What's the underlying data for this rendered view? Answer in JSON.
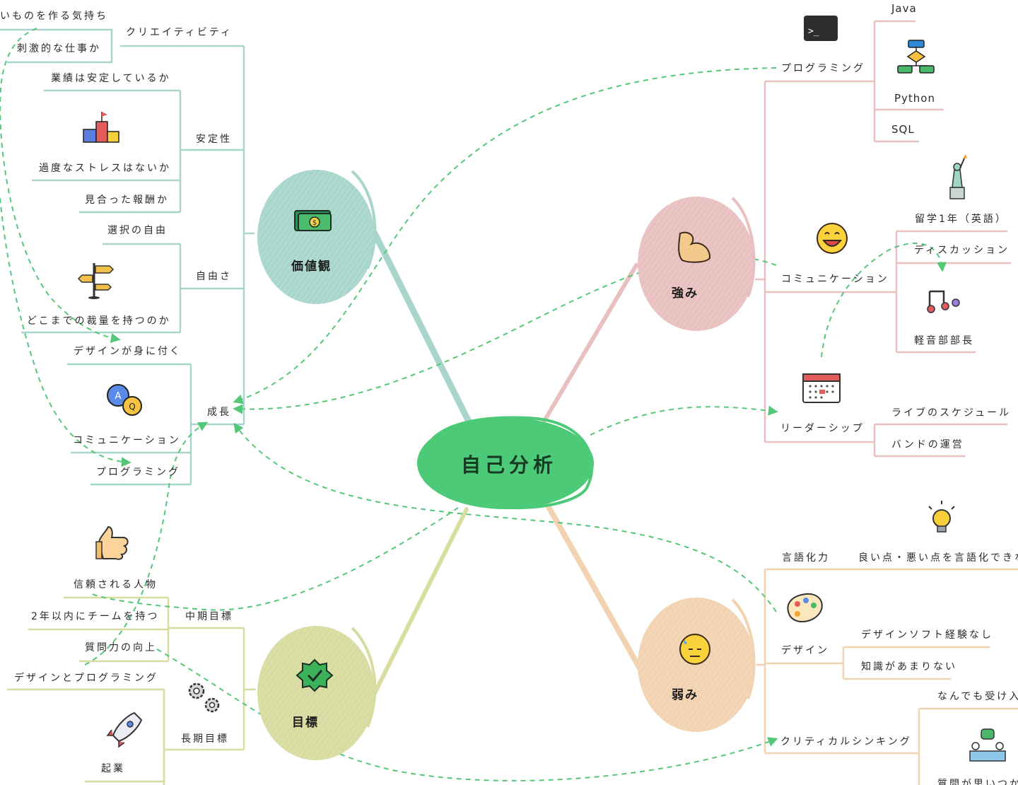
{
  "center": "自己分析",
  "colors": {
    "center": "#4dca78",
    "values": "#a9d6cc",
    "strengths": "#e9c0c0",
    "weaknesses": "#f2d3b1",
    "goals": "#d8dca0",
    "dash": "#55c779"
  },
  "values": {
    "title": "価値観",
    "icon": "money-icon",
    "creativity": {
      "label": "クリエイティビティ",
      "items": [
        "いものを作る気持ち",
        "刺激的な仕事か"
      ]
    },
    "stability": {
      "label": "安定性",
      "items": [
        "業績は安定しているか",
        "過度なストレスはないか",
        "見合った報酬か"
      ],
      "icon": "podium-icon"
    },
    "freedom": {
      "label": "自由さ",
      "items": [
        "選択の自由",
        "どこまでの裁量を持つのか"
      ],
      "icon": "signpost-icon"
    },
    "growth": {
      "label": "成長",
      "items": [
        "デザインが身に付く",
        "コミュニケーション",
        "プログラミング"
      ],
      "icon": "qa-bubbles-icon"
    }
  },
  "strengths": {
    "title": "強み",
    "icon": "flexed-biceps-icon",
    "programming": {
      "label": "プログラミング",
      "items": [
        "Java",
        "Python",
        "SQL"
      ],
      "icon": "terminal-icon",
      "flow_icon": "flowchart-icon"
    },
    "communication": {
      "label": "コミュニケーション",
      "items": [
        "留学1年（英語）",
        "ディスカッション",
        "軽音部部長"
      ],
      "icon": "grinning-face-icon",
      "statue_icon": "statue-of-liberty-icon",
      "music_icon": "music-notes-icon"
    },
    "leadership": {
      "label": "リーダーシップ",
      "items": [
        "ライブのスケジュール",
        "バンドの運営"
      ],
      "icon": "calendar-icon"
    }
  },
  "weaknesses": {
    "title": "弱み",
    "icon": "sweat-face-icon",
    "verbalize": {
      "label": "言語化力",
      "items": [
        "良い点・悪い点を言語化できない"
      ],
      "icon": "lightbulb-icon"
    },
    "design": {
      "label": "デザイン",
      "items": [
        "デザインソフト経験なし",
        "知識があまりない"
      ],
      "icon": "palette-icon"
    },
    "critical": {
      "label": "クリティカルシンキング",
      "items": [
        "なんでも受け入れる",
        "質問が思いつかない"
      ],
      "icon": "meeting-icon"
    }
  },
  "goals": {
    "title": "目標",
    "icon": "verified-badge-icon",
    "mid": {
      "label": "中期目標",
      "items": [
        "信頼される人物",
        "2年以内にチームを持つ",
        "質問力の向上"
      ],
      "icon": "thumbs-up-icon"
    },
    "long": {
      "label": "長期目標",
      "items": [
        "デザインとプログラミング",
        "起業"
      ],
      "icon": "gears-icon",
      "rocket_icon": "rocket-icon"
    }
  }
}
